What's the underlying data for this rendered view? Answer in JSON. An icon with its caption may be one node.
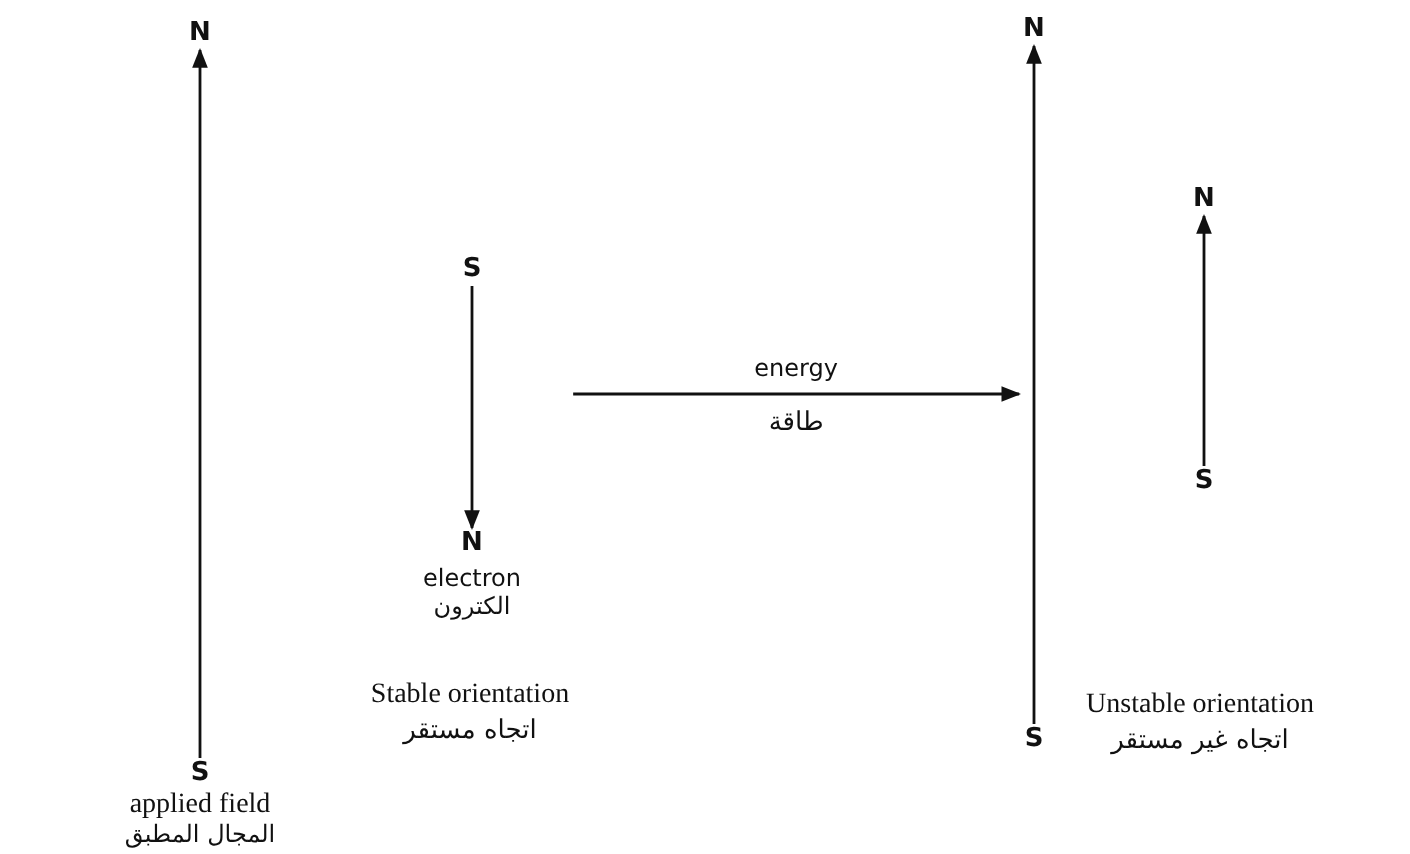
{
  "diagram": {
    "nodes": [
      {
        "text": [
          "Stable orientation",
          "اتجاه مستقر"
        ]
      },
      {
        "text": [
          "Unstable orientation",
          "اتجاه غير مستقر"
        ]
      },
      {
        "text": [
          "N"
        ],
        "in": 0
      },
      {
        "text": [
          "S"
        ],
        "beside": [
          "applied field",
          "المجال المطبق"
        ],
        "in": 0
      },
      {
        "text": [
          "S"
        ],
        "in": 0
      },
      {
        "text": [
          "N"
        ],
        "beside": [
          "electron",
          "الكترون"
        ],
        "in": 0
      },
      {
        "text": [
          "N"
        ],
        "in": 1
      },
      {
        "text": [
          "S"
        ],
        "in": 1
      },
      {
        "text": [
          "N"
        ],
        "in": 1
      },
      {
        "text": [
          "S"
        ],
        "in": 1
      }
    ],
    "edges": [
      {
        "from": 3,
        "to": 2,
        "arrow": "to"
      },
      {
        "from": 4,
        "to": 5,
        "arrow": "to"
      },
      {
        "from": 7,
        "to": 6,
        "arrow": "to"
      },
      {
        "from": 9,
        "to": 8,
        "arrow": "to"
      },
      {
        "from": 0,
        "to": 1,
        "arrow": "to",
        "label": "energy"
      }
    ],
    "labels": [
      "طاقة"
    ]
  }
}
